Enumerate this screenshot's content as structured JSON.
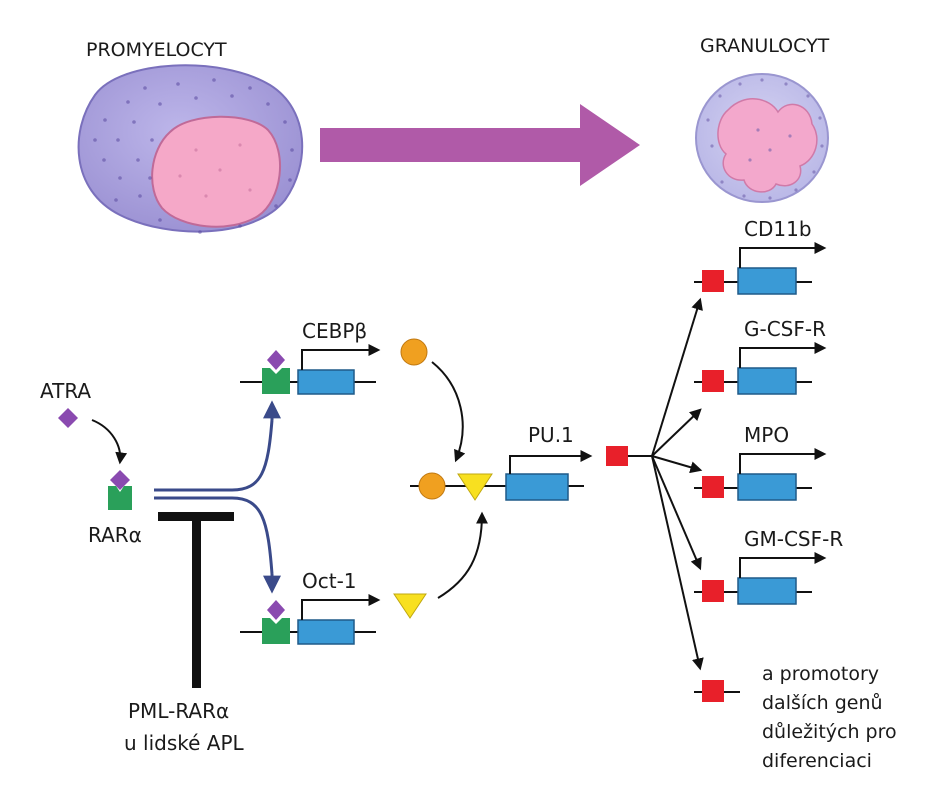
{
  "cells": {
    "promyelocyte": "PROMYELOCYT",
    "granulocyte": "GRANULOCYT"
  },
  "labels": {
    "atra": "ATRA",
    "rar": "RARα",
    "cebp": "CEBPβ",
    "oct": "Oct-1",
    "pu1": "PU.1",
    "pml_line1": "PML-RARα",
    "pml_line2": "u lidské APL"
  },
  "targets": [
    "CD11b",
    "G-CSF-R",
    "MPO",
    "GM-CSF-R"
  ],
  "promoters_text": [
    "a promotory",
    "dalších genů",
    "důležitých pro",
    "diferenciaci"
  ],
  "icons": {
    "ligand": "diamond-icon",
    "receptor": "receptor-cup-icon",
    "gene": "gene-box-icon",
    "promoter": "promoter-square-icon",
    "cebp_protein": "circle-icon",
    "oct_protein": "triangle-icon"
  },
  "colors": {
    "cell_body": "#a8a0dc",
    "nucleus": "#f5a8c8",
    "arrow_main": "#b05aa8",
    "gene_box": "#3a9ad6",
    "receptor": "#2aa05a",
    "ligand": "#8a4ab0",
    "promoter": "#e8202a",
    "cebp_protein": "#f0a020",
    "oct_protein": "#f8e020",
    "branch_arrow": "#3a4a8a"
  }
}
